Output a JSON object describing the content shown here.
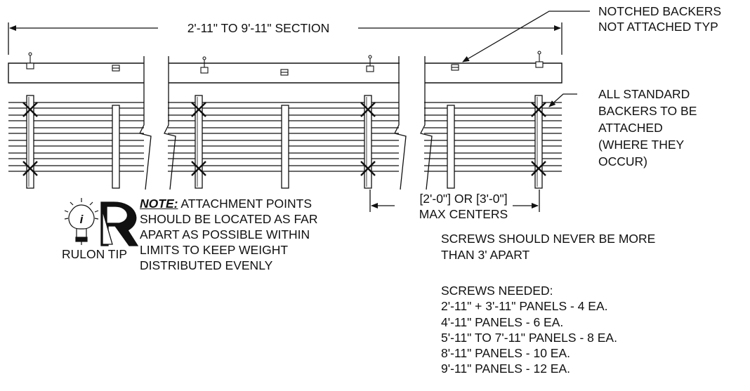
{
  "dimension": {
    "span_label": "2'-11\" TO 9'-11\" SECTION"
  },
  "callouts": {
    "notched": [
      "NOTCHED BACKERS",
      "NOT ATTACHED TYP"
    ],
    "standard": [
      "ALL STANDARD",
      "BACKERS TO BE",
      "ATTACHED",
      "(WHERE THEY",
      "OCCUR)"
    ]
  },
  "centers": [
    "[2'-0\"] OR [3'-0\"]",
    "MAX CENTERS"
  ],
  "note": {
    "label": "NOTE:",
    "first_line_rest": " ATTACHMENT POINTS",
    "lines": [
      "SHOULD BE LOCATED AS FAR",
      "APART AS POSSIBLE WITHIN",
      "LIMITS TO KEEP WEIGHT",
      "DISTRIBUTED EVENLY"
    ]
  },
  "tip": {
    "label": "RULON TIP"
  },
  "screws": {
    "spacing": [
      "SCREWS SHOULD NEVER BE MORE",
      "THAN 3' APART"
    ],
    "heading": "SCREWS NEEDED:",
    "items": [
      "2'-11\" + 3'-11\" PANELS - 4 EA.",
      "4'-11\" PANELS - 6 EA.",
      "5'-11\" TO 7'-11\" PANELS - 8 EA.",
      "8'-11\" PANELS - 10 EA.",
      "9'-11\" PANELS - 12 EA."
    ]
  }
}
